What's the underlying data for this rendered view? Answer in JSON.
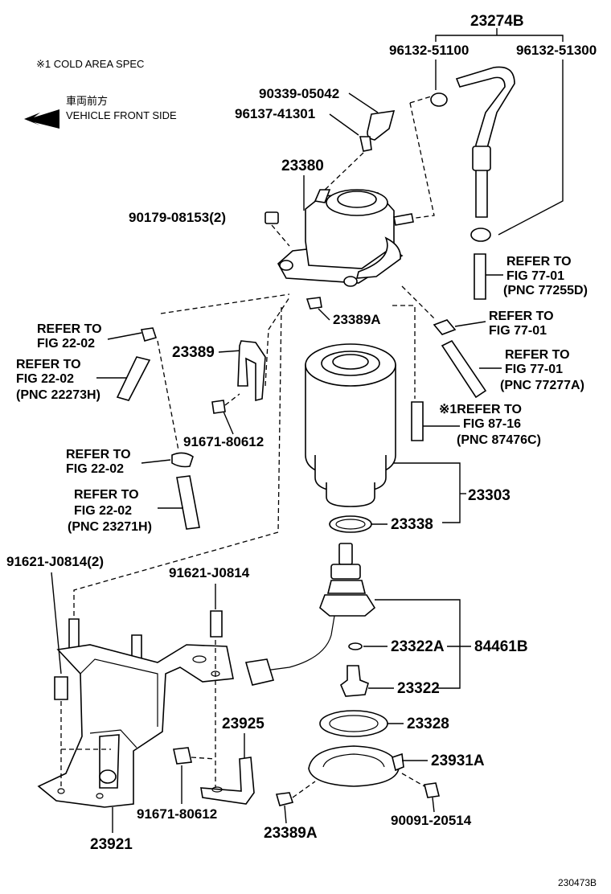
{
  "notes": {
    "cold_area_spec": "※1 COLD AREA SPEC",
    "front_jp": "車両前方",
    "front_en": "VEHICLE FRONT SIDE"
  },
  "catalog_id": "230473B",
  "parts": {
    "p23274B": "23274B",
    "p96132_51100": "96132-51100",
    "p96132_51300": "96132-51300",
    "p90339_05042": "90339-05042",
    "p96137_41301": "96137-41301",
    "p23380": "23380",
    "p90179_08153": "90179-08153(2)",
    "p23389A_top": "23389A",
    "p23389": "23389",
    "p91671_80612_top": "91671-80612",
    "p23303": "23303",
    "p23338": "23338",
    "p91621_J0814_2": "91621-J0814(2)",
    "p91621_J0814": "91621-J0814",
    "p23322A": "23322A",
    "p84461B": "84461B",
    "p23322": "23322",
    "p23328": "23328",
    "p23925": "23925",
    "p23931A": "23931A",
    "p91671_80612_bot": "91671-80612",
    "p90091_20514": "90091-20514",
    "p23389A_bot": "23389A",
    "p23921": "23921"
  },
  "refs": {
    "r77_top": [
      "REFER TO",
      "FIG 77-01",
      "(PNC 77255D)"
    ],
    "r77_mid": [
      "REFER TO",
      "FIG 77-01"
    ],
    "r77_low": [
      "REFER TO",
      "FIG 77-01",
      "(PNC 77277A)"
    ],
    "r87": [
      "※1REFER TO",
      "FIG 87-16",
      "(PNC 87476C)"
    ],
    "r22_a": [
      "REFER TO",
      "FIG 22-02"
    ],
    "r22_b": [
      "REFER TO",
      "FIG 22-02",
      "(PNC 22273H)"
    ],
    "r22_c": [
      "REFER TO",
      "FIG 22-02"
    ],
    "r22_d": [
      "REFER TO",
      "FIG 22-02",
      "(PNC 23271H)"
    ]
  }
}
